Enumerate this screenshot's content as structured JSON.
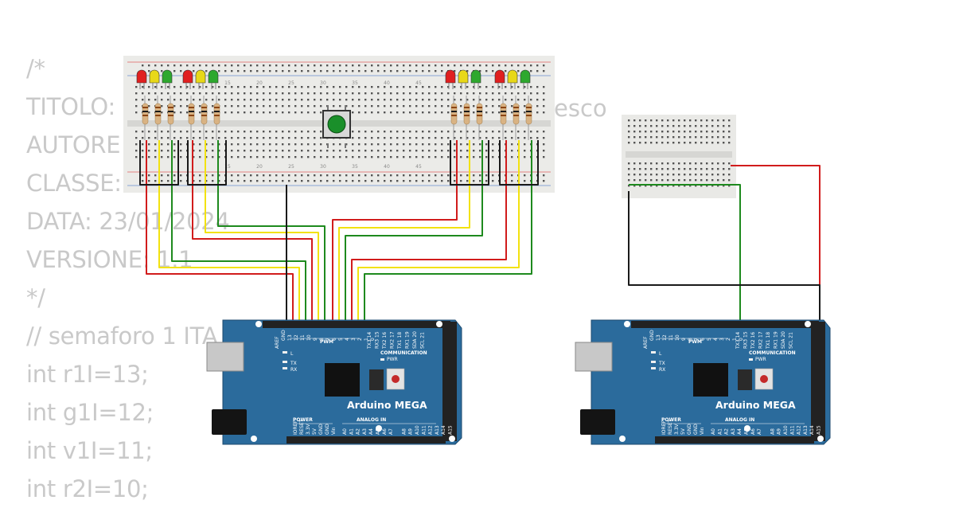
{
  "code_lines": [
    "/*",
    "TITOLO:",
    "AUTORE",
    "CLASSE:",
    "DATA: 23/01/2024",
    "VERSIONE: 1.1",
    "*/",
    "// semaforo 1 ITA",
    "int r1I=13;",
    "int g1I=12;",
    "int v1I=11;",
    "int r2I=10;"
  ],
  "code_title_suffix": "esco",
  "breadboard": {
    "column_numbers": [
      "15",
      "20",
      "25",
      "30",
      "35",
      "40",
      "45",
      "15",
      "20",
      "25",
      "30",
      "35",
      "40",
      "45"
    ]
  },
  "boards": [
    {
      "name": "Arduino MEGA",
      "pwm_label": "PWM",
      "communication_label": "COMMUNICATION",
      "pwr_label": "PWR",
      "power_label": "POWER",
      "analog_label": "ANALOG IN",
      "led_labels": [
        "L",
        "TX",
        "RX"
      ],
      "top_pins": [
        "AREF",
        "GND",
        "13",
        "12",
        "11",
        "10",
        "9",
        "8",
        "7",
        "6",
        "5",
        "4",
        "3",
        "2",
        "1",
        "0",
        "TX3 14",
        "RX3 15",
        "TX2 16",
        "RX2 17",
        "TX1 18",
        "RX1 19",
        "SDA 20",
        "SCL 21"
      ],
      "power_pins": [
        "IOREF",
        "RESET",
        "3.3V",
        "5V",
        "GND",
        "GND",
        "Vin"
      ],
      "analog_pins": [
        "A0",
        "A1",
        "A2",
        "A3",
        "A4",
        "A5",
        "A6",
        "A7",
        "A8",
        "A9",
        "A10",
        "A11",
        "A12",
        "A13",
        "A14",
        "A15"
      ]
    },
    {
      "name": "Arduino MEGA",
      "pwm_label": "PWM",
      "communication_label": "COMMUNICATION",
      "pwr_label": "PWR",
      "power_label": "POWER",
      "analog_label": "ANALOG IN",
      "led_labels": [
        "L",
        "TX",
        "RX"
      ],
      "top_pins": [
        "AREF",
        "GND",
        "13",
        "12",
        "11",
        "10",
        "9",
        "8",
        "7",
        "6",
        "5",
        "4",
        "3",
        "2",
        "1",
        "0",
        "TX3 14",
        "RX3 15",
        "TX2 16",
        "RX2 17",
        "TX1 18",
        "RX1 19",
        "SDA 20",
        "SCL 21"
      ],
      "power_pins": [
        "IOREF",
        "RESET",
        "3.3V",
        "5V",
        "GND",
        "GND",
        "Vin"
      ],
      "analog_pins": [
        "A0",
        "A1",
        "A2",
        "A3",
        "A4",
        "A5",
        "A6",
        "A7",
        "A8",
        "A9",
        "A10",
        "A11",
        "A12",
        "A13",
        "A14",
        "A15"
      ]
    }
  ],
  "colors": {
    "board": "#2b6b9c",
    "wire_red": "#d11c1c",
    "wire_yellow": "#f2e20f",
    "wire_green": "#1e8a1e",
    "wire_black": "#1a1a1a",
    "led_red": "#e02020",
    "led_yellow": "#e8d818",
    "led_green": "#2ea82e",
    "button": "#1a8f2a"
  }
}
